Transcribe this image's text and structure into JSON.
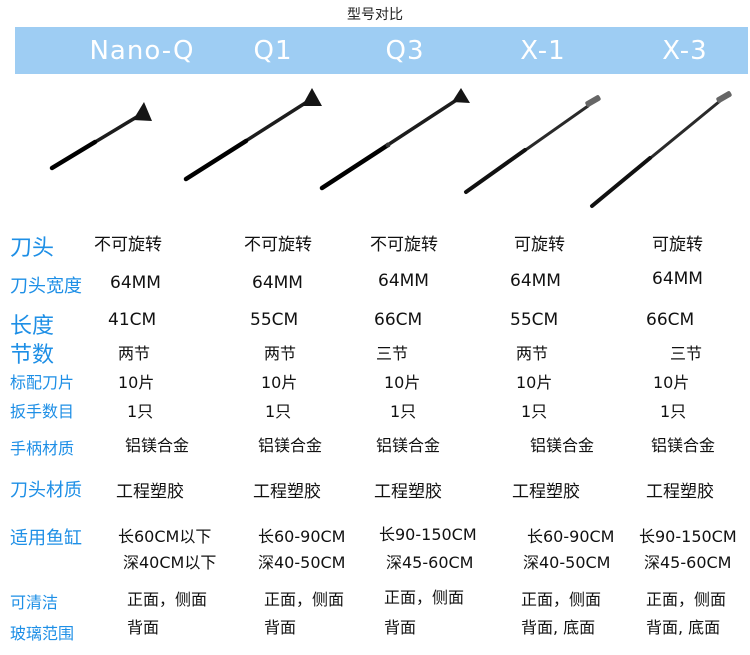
{
  "title": "型号对比",
  "models": [
    "Nano-Q",
    "Q1",
    "Q3",
    "X-1",
    "X-3"
  ],
  "colors": {
    "header_bg": "#9ecdf3",
    "label_blue": "#1e8fe6",
    "tool_dark": "#1d1d1d"
  },
  "rows": {
    "head_type": {
      "label": "刀头",
      "values": [
        "不可旋转",
        "不可旋转",
        "不可旋转",
        "可旋转",
        "可旋转"
      ]
    },
    "head_width": {
      "label": "刀头宽度",
      "values": [
        "64MM",
        "64MM",
        "64MM",
        "64MM",
        "64MM"
      ]
    },
    "length": {
      "label": "长度",
      "values": [
        "41CM",
        "55CM",
        "66CM",
        "55CM",
        "66CM"
      ]
    },
    "sections": {
      "label": "节数",
      "values": [
        "两节",
        "两节",
        "三节",
        "两节",
        "三节"
      ]
    },
    "blades": {
      "label": "标配刀片",
      "values": [
        "10片",
        "10片",
        "10片",
        "10片",
        "10片"
      ]
    },
    "wrench": {
      "label": "扳手数目",
      "values": [
        "1只",
        "1只",
        "1只",
        "1只",
        "1只"
      ]
    },
    "handle": {
      "label": "手柄材质",
      "values": [
        "铝镁合金",
        "铝镁合金",
        "铝镁合金",
        "铝镁合金",
        "铝镁合金"
      ]
    },
    "head_mat": {
      "label": "刀头材质",
      "values": [
        "工程塑胶",
        "工程塑胶",
        "工程塑胶",
        "工程塑胶",
        "工程塑胶"
      ]
    },
    "tank": {
      "label": "适用鱼缸",
      "line1": [
        "长60CM以下",
        "长60-90CM",
        "长90-150CM",
        "长60-90CM",
        "长90-150CM"
      ],
      "line2": [
        "深40CM以下",
        "深40-50CM",
        "深45-60CM",
        "深40-50CM",
        "深45-60CM"
      ]
    },
    "clean": {
      "label1": "可清洁",
      "label2": "玻璃范围",
      "line1": [
        "正面，侧面",
        "正面，侧面",
        "正面，侧面",
        "正面，侧面",
        "正面，侧面"
      ],
      "line2": [
        "背面",
        "背面",
        "背面",
        "背面, 底面",
        "背面, 底面"
      ]
    }
  }
}
